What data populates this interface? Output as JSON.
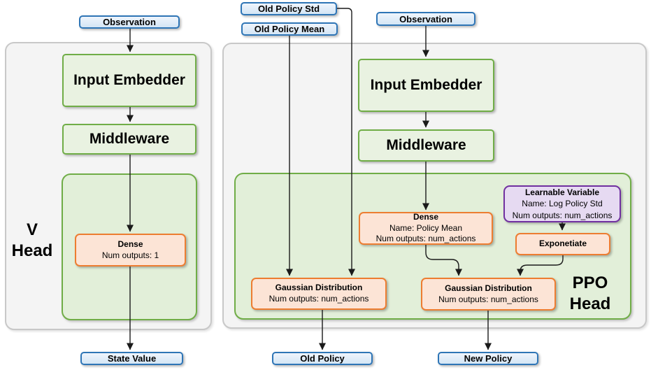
{
  "colors": {
    "blue_border": "#2E75B6",
    "blue_fill": "#D9E8F6",
    "green_border": "#70AD47",
    "green_node_fill": "#E9F2E1",
    "green_container_fill": "#E2EFD9",
    "orange_border": "#ED7D31",
    "orange_fill": "#FCE4D6",
    "purple_border": "#7030A0",
    "purple_fill": "#E6DAF2",
    "panel_fill": "#F4F4F4",
    "panel_border": "#C8C8C8",
    "wire": "#1a1a1a"
  },
  "v_head": {
    "label_line1": "V",
    "label_line2": "Head",
    "observation": "Observation",
    "input_embedder": "Input Embedder",
    "middleware": "Middleware",
    "dense": {
      "title": "Dense",
      "outputs": "Num outputs: 1"
    },
    "state_value": "State Value"
  },
  "ppo_head": {
    "label_line1": "PPO",
    "label_line2": "Head",
    "inputs": {
      "old_policy_std": "Old Policy Std",
      "old_policy_mean": "Old Policy Mean",
      "observation": "Observation"
    },
    "input_embedder": "Input Embedder",
    "middleware": "Middleware",
    "dense": {
      "title": "Dense",
      "name": "Name: Policy Mean",
      "outputs": "Num outputs: num_actions"
    },
    "learnable_variable": {
      "title": "Learnable Variable",
      "name": "Name: Log Policy Std",
      "outputs": "Num outputs: num_actions"
    },
    "exponetiate": "Exponetiate",
    "gaussian_old": {
      "title": "Gaussian Distribution",
      "outputs": "Num outputs: num_actions"
    },
    "gaussian_new": {
      "title": "Gaussian Distribution",
      "outputs": "Num outputs: num_actions"
    },
    "outputs": {
      "old_policy": "Old Policy",
      "new_policy": "New Policy"
    }
  }
}
